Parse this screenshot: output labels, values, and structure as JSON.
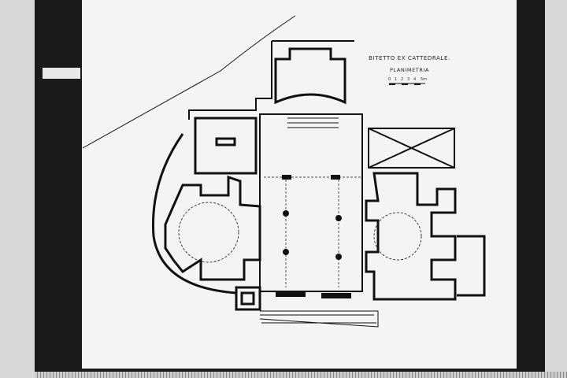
{
  "plan": {
    "title": "BITETTO EX CATTEDRALE.",
    "subtitle": "PLANIMETRIA",
    "scale_labels": [
      "0",
      "1",
      "2",
      "3",
      "4",
      "5m"
    ]
  },
  "colors": {
    "paper": "#f4f4f2",
    "frame": "#1a1a1a",
    "ink": "#111111"
  }
}
